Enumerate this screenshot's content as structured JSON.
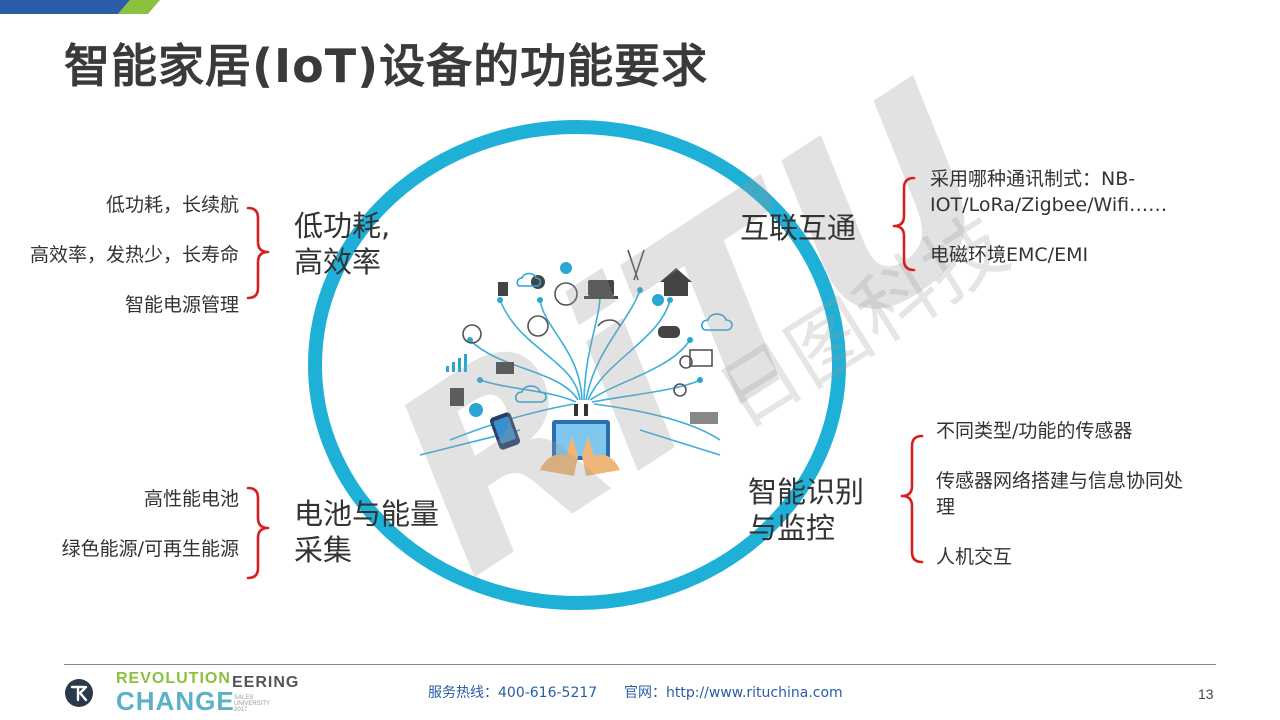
{
  "slide": {
    "title": "智能家居(IoT)设备的功能要求",
    "page_number": "13",
    "colors": {
      "ring": "#1fb0d8",
      "bracket": "#d62020",
      "title": "#3a3a3a",
      "footer_link": "#2a5ca8",
      "brand_green": "#8ac23f",
      "brand_teal": "#5ab2c8"
    }
  },
  "sections": {
    "low_power": {
      "label_line1": "低功耗,",
      "label_line2": "高效率",
      "items": [
        "低功耗，长续航",
        "高效率，发热少，长寿命",
        "智能电源管理"
      ]
    },
    "connectivity": {
      "label": "互联互通",
      "items": [
        "采用哪种通讯制式：NB-",
        "IOT/LoRa/Zigbee/Wifi……",
        "电磁环境EMC/EMI"
      ]
    },
    "battery": {
      "label_line1": "电池与能量",
      "label_line2": "采集",
      "items": [
        "高性能电池",
        "绿色能源/可再生能源"
      ]
    },
    "sensing": {
      "label_line1": "智能识别",
      "label_line2": "与监控",
      "items": [
        "不同类型/功能的传感器",
        "传感器网络搭建与信息协同处",
        "理",
        "人机交互"
      ]
    }
  },
  "watermark": {
    "logo_text": "RiTU",
    "company": "日图科技"
  },
  "footer": {
    "brand_line1": "REVOLUTION",
    "brand_line2": "CHANGE",
    "brand_overlay": "EERING",
    "brand_small_1": "SALES",
    "brand_small_2": "UNIVERSITY",
    "brand_small_3": "2017",
    "hotline": "服务热线：400-616-5217",
    "website": "官网：http://www.rituchina.com"
  },
  "icons": [
    "tk-logo-icon",
    "iot-network-illustration",
    "tablet-hands-icon",
    "cloud-icon",
    "globe-icon",
    "laptop-icon",
    "home-icon",
    "gamepad-icon",
    "phone-icon"
  ]
}
